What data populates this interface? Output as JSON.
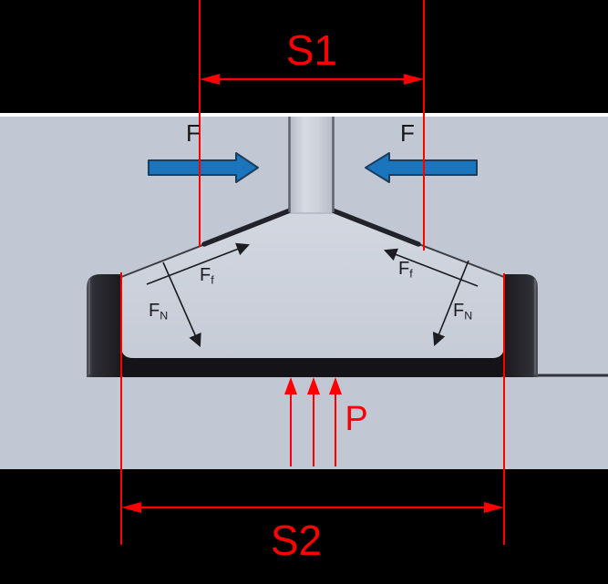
{
  "diagram": {
    "description": "Cross-section force diagram of a conical poppet pressed into a seat",
    "labels": {
      "s1": "S1",
      "s2": "S2",
      "applied_force_left": "F",
      "applied_force_right": "F",
      "pressure": "P",
      "friction_left": {
        "main": "F",
        "sub": "f"
      },
      "friction_right": {
        "main": "F",
        "sub": "f"
      },
      "normal_left": {
        "main": "F",
        "sub": "N"
      },
      "normal_right": {
        "main": "F",
        "sub": "N"
      }
    },
    "colors": {
      "dimension_red": "#ff0000",
      "force_arrow_blue": "#1b75bc",
      "force_arrow_blue_border": "#1b3f5e",
      "background_band": "#c1c7d3",
      "part_face": "#ccd1db",
      "dark_seat": "#222228",
      "outer_band": "#000000"
    }
  }
}
